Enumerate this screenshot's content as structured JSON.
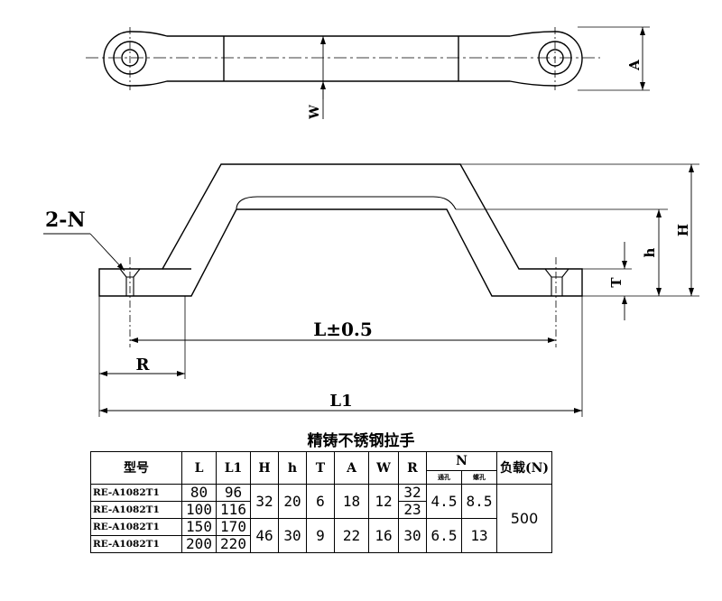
{
  "dimensions": {
    "A": "A",
    "W": "W",
    "H": "H",
    "h": "h",
    "T": "T",
    "N": "2-N",
    "L": "L±0.5",
    "R": "R",
    "L1": "L1"
  },
  "table": {
    "title": "精铸不锈钢拉手",
    "headers": {
      "model": "型号",
      "L": "L",
      "L1": "L1",
      "H": "H",
      "h": "h",
      "T": "T",
      "A": "A",
      "W": "W",
      "R": "R",
      "N": "N",
      "N_sub1": "通孔",
      "N_sub2": "螺孔",
      "load": "负载(N)"
    },
    "rows": [
      {
        "model": "RE-A1082T1",
        "L": "80",
        "L1": "96"
      },
      {
        "model": "RE-A1082T1",
        "L": "100",
        "L1": "116"
      },
      {
        "model": "RE-A1082T1",
        "L": "150",
        "L1": "170"
      },
      {
        "model": "RE-A1082T1",
        "L": "200",
        "L1": "220"
      }
    ],
    "groups": [
      {
        "H": "32",
        "h": "20",
        "T": "6",
        "A": "18",
        "W": "12",
        "R": [
          "32",
          "23"
        ],
        "N1": "4.5",
        "N2": "8.5"
      },
      {
        "H": "46",
        "h": "30",
        "T": "9",
        "A": "22",
        "W": "16",
        "R": [
          "30"
        ],
        "N1": "6.5",
        "N2": "13"
      }
    ],
    "load": "500"
  }
}
